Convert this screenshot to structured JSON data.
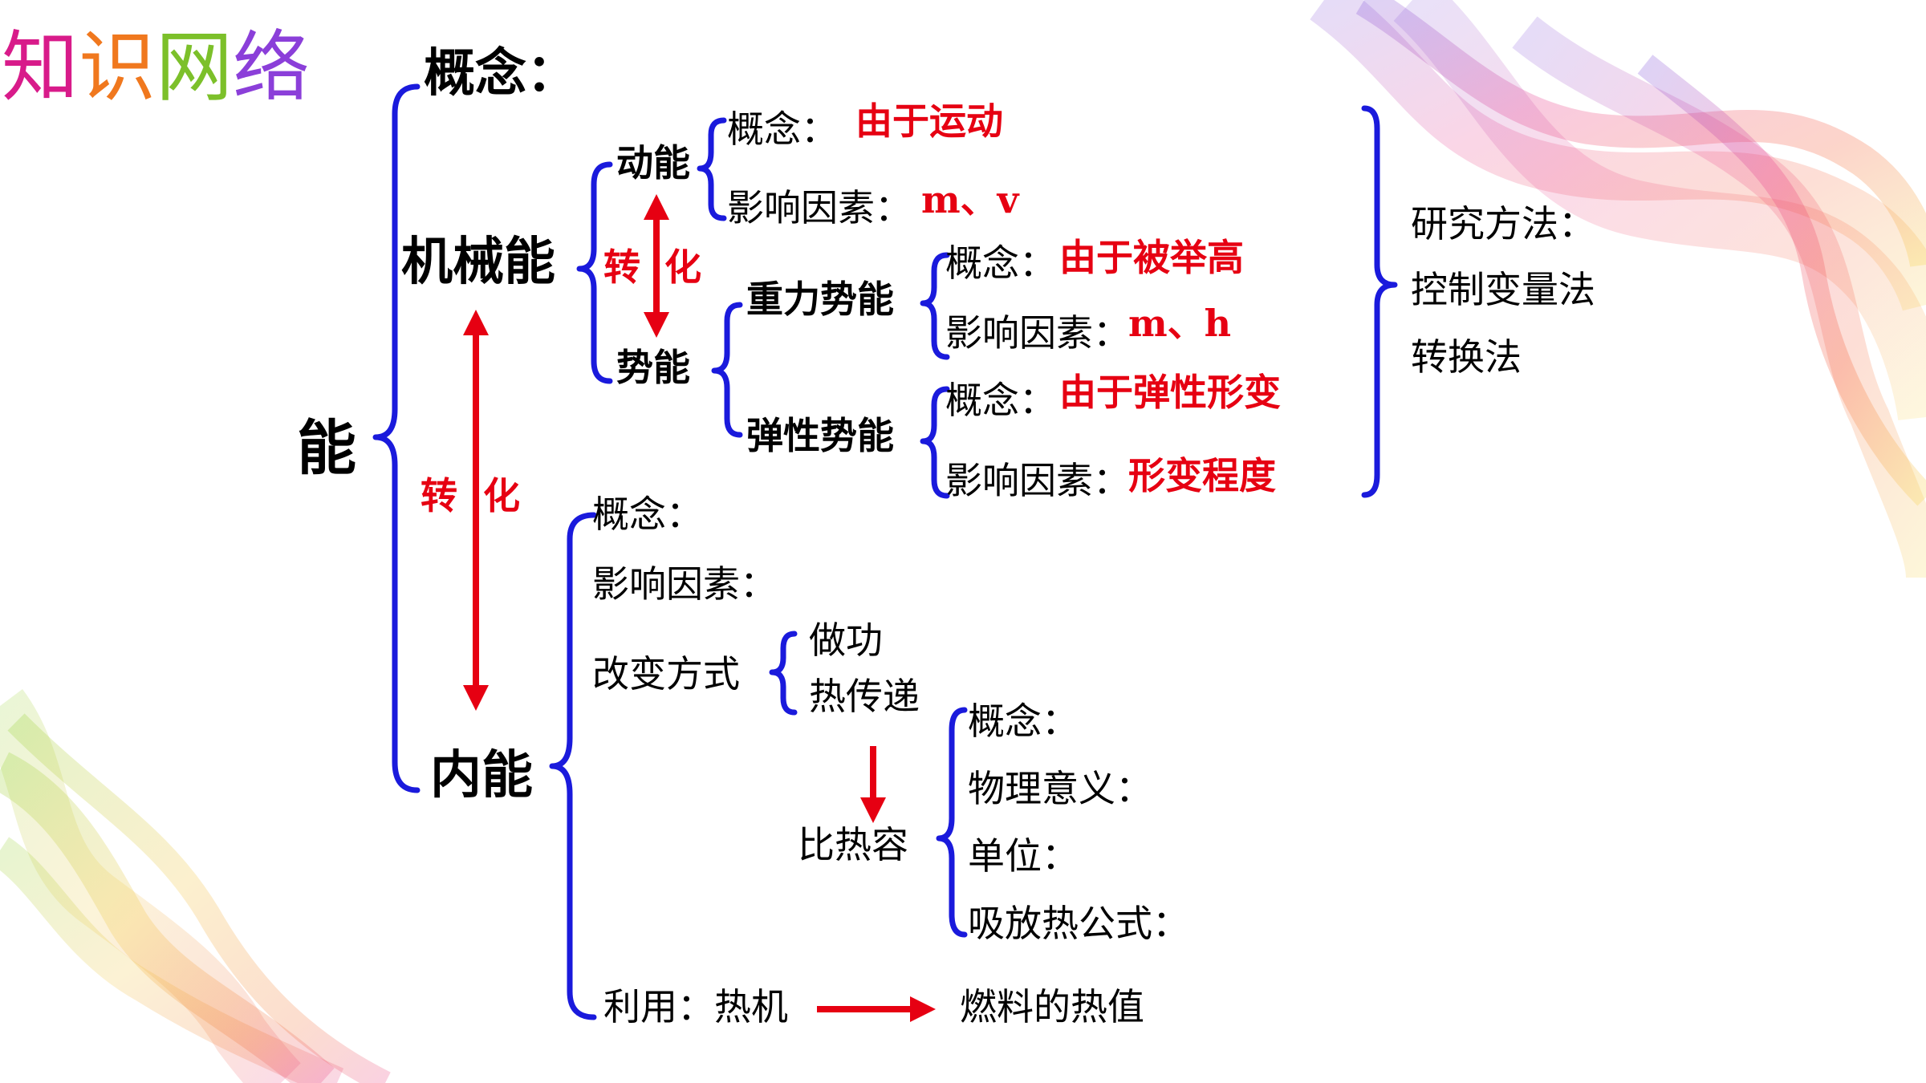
{
  "page_title": "知识网络",
  "title_chars": [
    "知",
    "识",
    "网",
    "络"
  ],
  "title_colors": [
    "#d81b8a",
    "#f0781e",
    "#7cc02a",
    "#8b3fd9"
  ],
  "colors": {
    "bracket": "#1a1adc",
    "arrow": "#e60012",
    "answer": "#e60012",
    "text": "#000000"
  },
  "nodes": {
    "root": "能",
    "concept": "概念：",
    "mechanical": "机械能",
    "internal": "内能",
    "convert_main": {
      "a": "转",
      "b": "化"
    },
    "kinetic": {
      "label": "动能",
      "concept_label": "概念：",
      "concept_answer": "由于运动",
      "factor_label": "影响因素：",
      "factor_answer": "m、v"
    },
    "convert_sub": {
      "a": "转",
      "b": "化"
    },
    "potential": {
      "label": "势能",
      "gravity": {
        "label": "重力势能",
        "concept_label": "概念：",
        "concept_answer": "由于被举高",
        "factor_label": "影响因素：",
        "factor_answer": "m、h"
      },
      "elastic": {
        "label": "弹性势能",
        "concept_label": "概念：",
        "concept_answer": "由于弹性形变",
        "factor_label": "影响因素：",
        "factor_answer": "形变程度"
      }
    },
    "method": {
      "title": "研究方法：",
      "m1": "控制变量法",
      "m2": "转换法"
    },
    "internal_items": {
      "concept": "概念：",
      "factors": "影响因素：",
      "change": "改变方式",
      "work": "做功",
      "heat_transfer": "热传递",
      "specific_heat": "比热容",
      "sh_concept": "概念：",
      "sh_meaning": "物理意义：",
      "sh_unit": "单位：",
      "sh_formula": "吸放热公式：",
      "use": "利用：热机",
      "fuel_value": "燃料的热值"
    }
  }
}
